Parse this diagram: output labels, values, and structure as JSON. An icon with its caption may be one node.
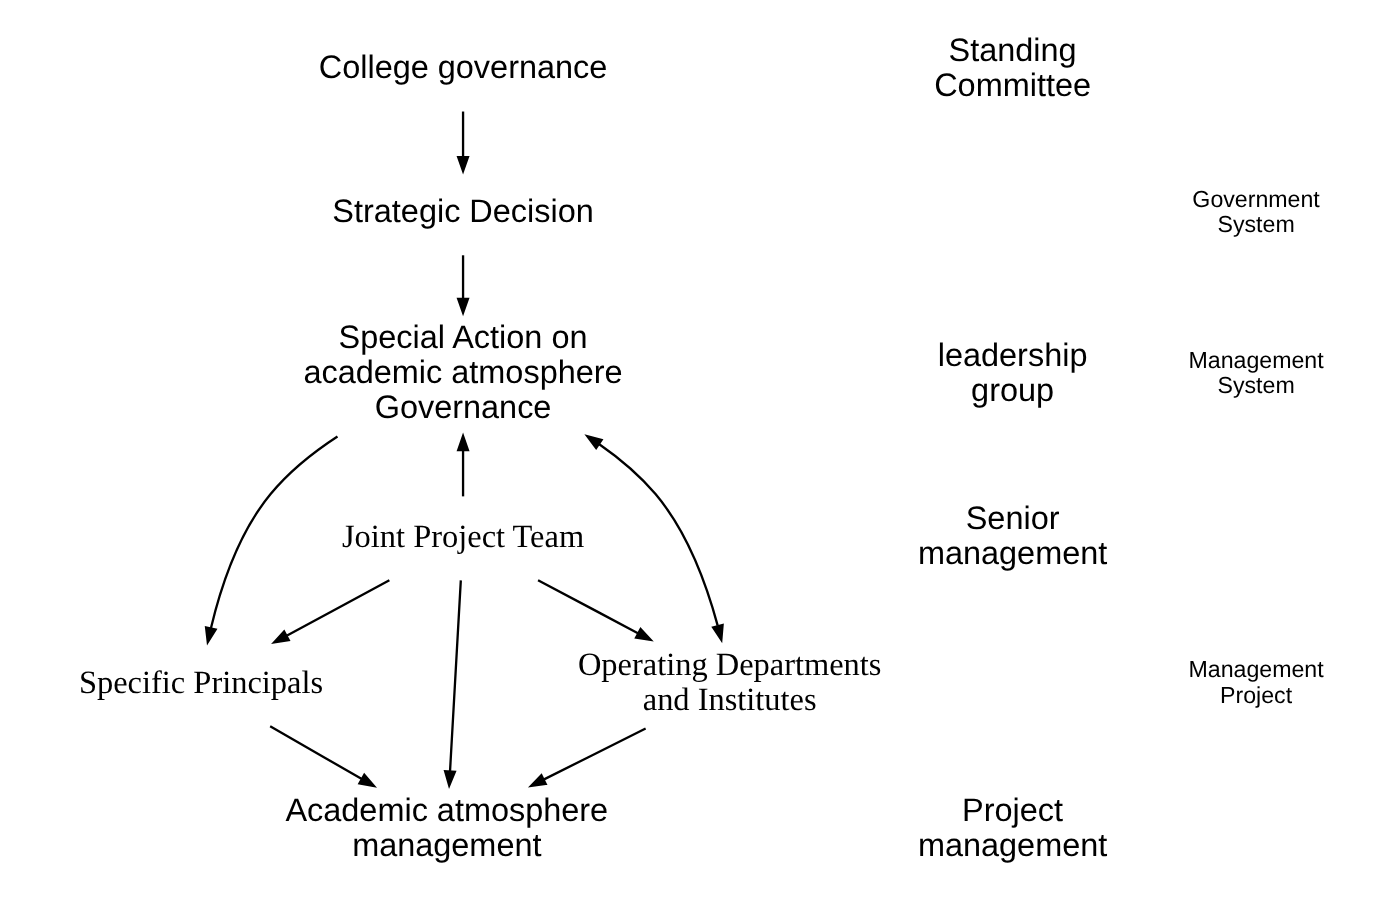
{
  "diagram": {
    "nodes": [
      {
        "text": [
          "College governance"
        ]
      },
      {
        "text": [
          "Strategic Decision"
        ]
      },
      {
        "text": [
          "Special Action on academic atmosphere Governance"
        ]
      },
      {
        "text": [
          "Specific Principals"
        ]
      },
      {
        "text": [
          "Joint Project Team"
        ]
      },
      {
        "text": [
          "Operating Departments and Institutes"
        ]
      },
      {
        "text": [
          "Academic atmosphere management"
        ]
      }
    ],
    "edges": [
      {
        "from": 0,
        "to": 1,
        "arrow": "to"
      },
      {
        "from": 1,
        "to": 2,
        "arrow": "to"
      },
      {
        "from": 4,
        "to": 2,
        "arrow": "to"
      },
      {
        "from": 2,
        "to": 3,
        "arrow": "to"
      },
      {
        "from": 4,
        "to": 3,
        "arrow": "to"
      },
      {
        "from": 5,
        "to": 2,
        "arrow": "both"
      },
      {
        "from": 4,
        "to": 5,
        "arrow": "to"
      },
      {
        "from": 4,
        "to": 6,
        "arrow": "to"
      },
      {
        "from": 5,
        "to": 6,
        "arrow": "to"
      },
      {
        "from": 3,
        "to": 6,
        "arrow": "to"
      }
    ],
    "labels": [
      "Standing Committee",
      "Government System",
      "leadership group",
      "Management System",
      "Senior management",
      "Management Project",
      "Project management"
    ]
  }
}
